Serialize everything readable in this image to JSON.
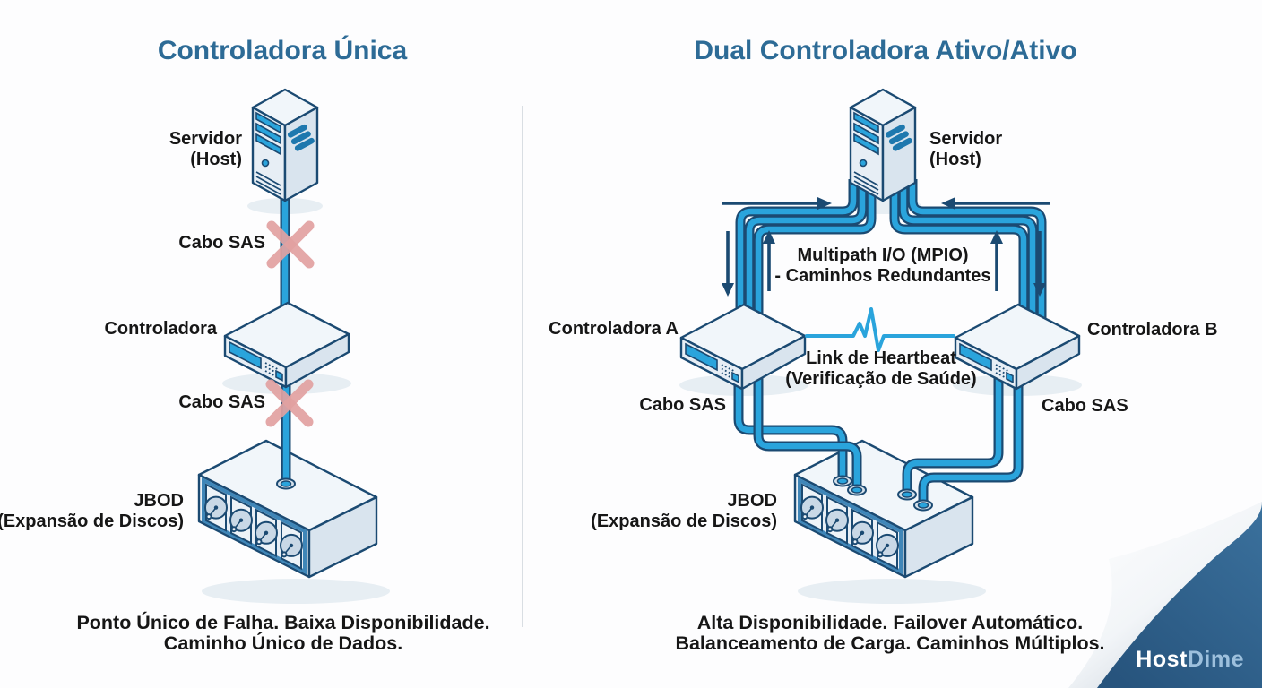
{
  "left_panel": {
    "title": "Controladora Única",
    "server_label": [
      "Servidor",
      "(Host)"
    ],
    "cable_top_label": "Cabo SAS",
    "controller_label": "Controladora",
    "cable_bottom_label": "Cabo SAS",
    "jbod_label": [
      "JBOD",
      "(Expansão de Discos)"
    ],
    "caption": [
      "Ponto Único de Falha. Baixa Disponibilidade.",
      "Caminho Único de Dados."
    ]
  },
  "right_panel": {
    "title": "Dual Controladora Ativo/Ativo",
    "server_label": [
      "Servidor",
      "(Host)"
    ],
    "multipath_label": [
      "Multipath I/O (MPIO)",
      "- Caminhos Redundantes"
    ],
    "controller_a_label": "Controladora A",
    "controller_b_label": "Controladora B",
    "heartbeat_label": [
      "Link de Heartbeat",
      "(Verificação de Saúde)"
    ],
    "cable_left_label": "Cabo SAS",
    "cable_right_label": "Cabo SAS",
    "jbod_label": [
      "JBOD",
      "(Expansão de Discos)"
    ],
    "caption": [
      "Alta Disponibilidade. Failover Automático.",
      "Balanceamento de Carga. Caminhos Múltiplos."
    ]
  },
  "branding": {
    "logo_part1": "Host",
    "logo_part2": "Dime"
  },
  "colors": {
    "title": "#2d6b96",
    "text": "#161616",
    "cable": "#2aa4dc",
    "navy": "#1b4a72",
    "error_red": "#e2a1a1",
    "divider": "#d9dee3",
    "curl_top": "#3b719d",
    "curl_bottom": "#27547d",
    "logo_dime": "#9dc0dd"
  }
}
